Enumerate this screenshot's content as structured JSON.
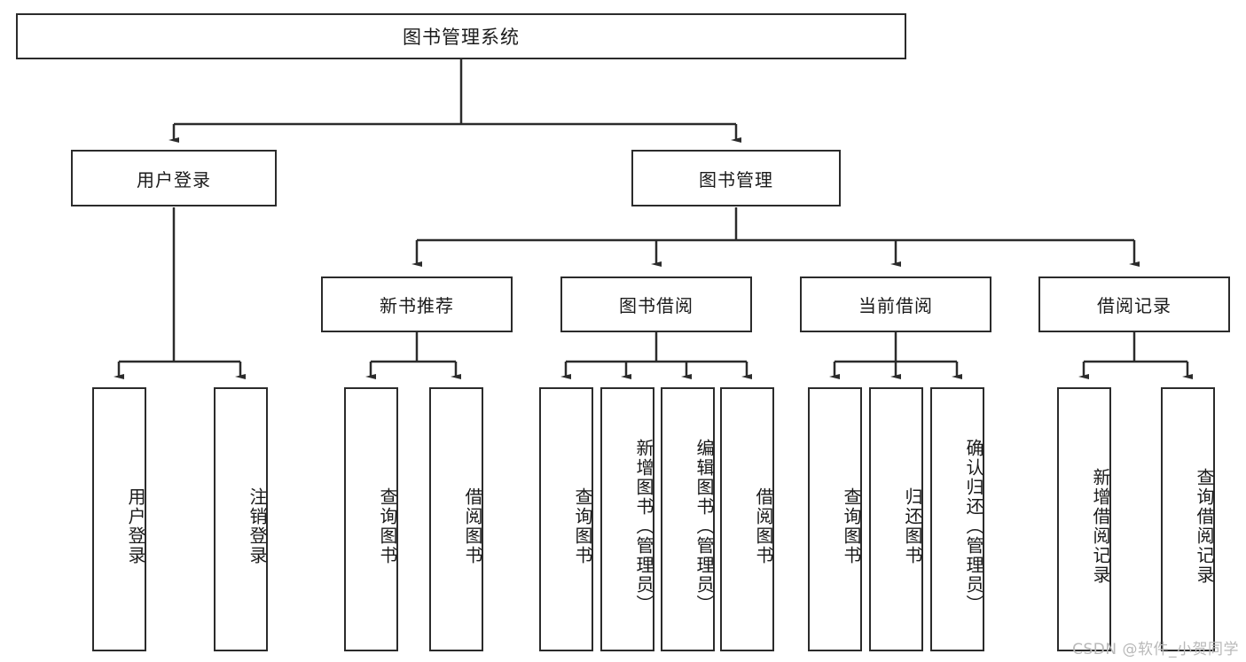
{
  "diagram": {
    "type": "tree-hierarchy-chart",
    "title": "图书管理系统",
    "watermark": "CSDN @软件_小贺同学",
    "colors": {
      "box_border": "#2b2b2b",
      "box_fill": "#ffffff",
      "edge": "#2b2b2b",
      "text": "#1a1a1a",
      "watermark": "#b9b9b9"
    },
    "root": {
      "label": "图书管理系统"
    },
    "level2": [
      {
        "label": "用户登录"
      },
      {
        "label": "图书管理"
      }
    ],
    "level3": [
      {
        "label": "新书推荐"
      },
      {
        "label": "图书借阅"
      },
      {
        "label": "当前借阅"
      },
      {
        "label": "借阅记录"
      }
    ],
    "leaves": {
      "user_login": [
        {
          "label": "用户登录"
        },
        {
          "label": "注销登录"
        }
      ],
      "new_book_recommend": [
        {
          "label": "查询图书"
        },
        {
          "label": "借阅图书"
        }
      ],
      "book_borrow": [
        {
          "label": "查询图书"
        },
        {
          "label": "新增图书（管理员）"
        },
        {
          "label": "编辑图书（管理员）"
        },
        {
          "label": "借阅图书"
        }
      ],
      "current_borrow": [
        {
          "label": "查询图书"
        },
        {
          "label": "归还图书"
        },
        {
          "label": "确认归还（管理员）"
        }
      ],
      "borrow_record": [
        {
          "label": "新增借阅记录"
        },
        {
          "label": "查询借阅记录"
        }
      ]
    }
  }
}
